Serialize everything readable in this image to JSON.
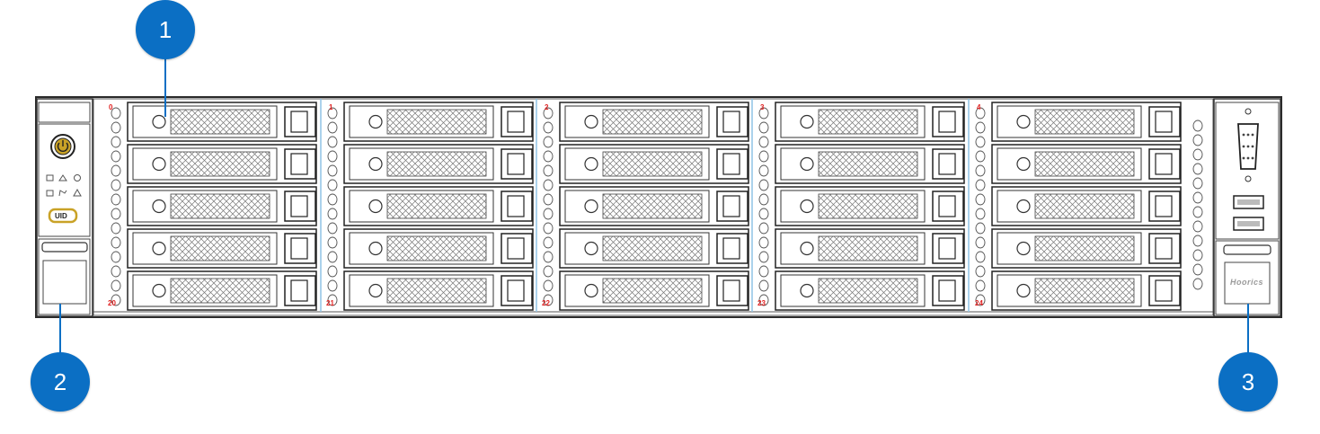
{
  "callouts": [
    {
      "number": "1"
    },
    {
      "number": "2"
    },
    {
      "number": "3"
    }
  ],
  "chassis": {
    "uid_label": "UID",
    "brand_label": "Hoorics",
    "top_slot_labels": [
      "0",
      "1",
      "2",
      "3",
      "4"
    ],
    "bottom_slot_labels": [
      "20",
      "21",
      "22",
      "23",
      "24"
    ],
    "drive_columns": 5,
    "drive_rows": 5
  },
  "colors": {
    "callout": "#0b6fc4",
    "outline": "#2a2a2a",
    "slot_label": "#e02020",
    "divider": "#8fc3e6"
  }
}
